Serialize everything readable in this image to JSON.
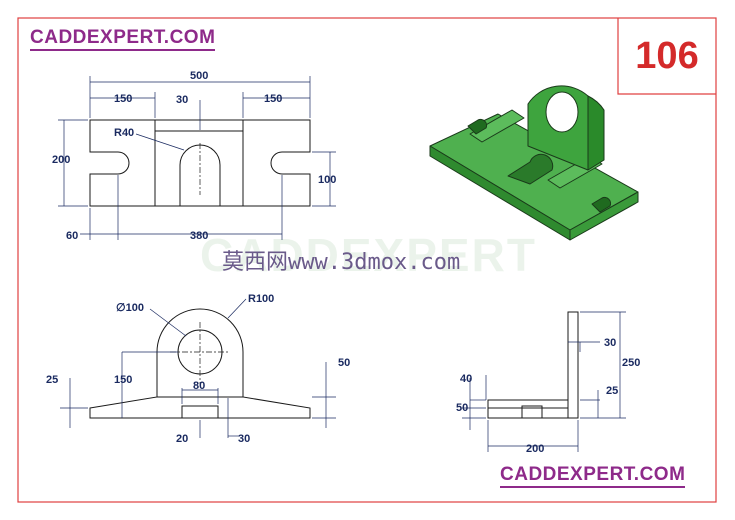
{
  "header": {
    "brand_top": "CADDEXPERT.COM",
    "brand_bottom": "CADDEXPERT.COM",
    "sheet_number": "106"
  },
  "watermark": {
    "text": "莫西网www.3dmox.com",
    "ghost": "CADDEXPERT"
  },
  "top_view": {
    "dim_overall_width": "500",
    "dim_left_end": "150",
    "dim_right_end": "150",
    "dim_rib_thickness": "30",
    "dim_slot_radius": "R40",
    "dim_depth": "200",
    "dim_slot_width": "100",
    "dim_slot_offset": "60",
    "dim_slot_span": "380"
  },
  "front_view": {
    "dim_hole_dia": "∅100",
    "dim_outer_radius": "R100",
    "dim_hole_height": "150",
    "dim_base_thickness": "25",
    "dim_notch_width": "80",
    "dim_notch_depth": "20",
    "dim_rib_height": "50",
    "dim_rib_width": "30"
  },
  "side_view": {
    "dim_upright_thickness": "30",
    "dim_total_height": "250",
    "dim_step_height": "40",
    "dim_base_height": "50",
    "dim_base_offset": "25",
    "dim_base_length": "200"
  },
  "colors": {
    "frame": "#e04040",
    "brand": "#8e2a8a",
    "sheet_number": "#d42a2a",
    "dimension": "#1a2a60",
    "model_face_top": "#4fb04f",
    "model_face_side": "#2f8a2f"
  }
}
